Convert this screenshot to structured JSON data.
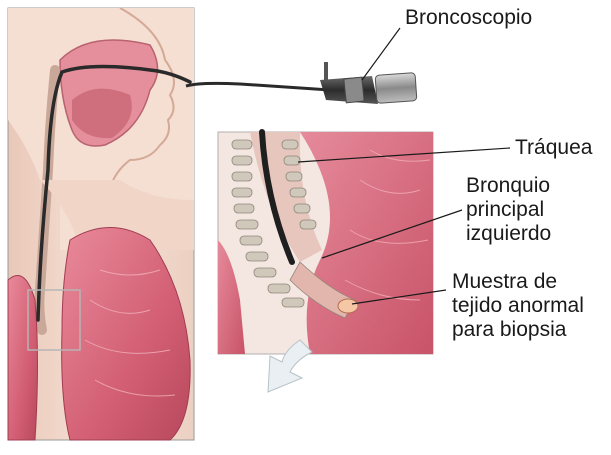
{
  "labels": {
    "bronchoscope": "Broncoscopio",
    "trachea": "Tráquea",
    "left_main_bronchus": [
      "Bronquio",
      "principal",
      "izquierdo"
    ],
    "abnormal_tissue": [
      "Muestra de",
      "tejido anormal",
      "para biopsia"
    ]
  },
  "colors": {
    "skin": "#f3dccf",
    "lung": "#d8687c",
    "lung_dark": "#b9475c",
    "airway_cartilage": "#c9c3b6",
    "scope_cable": "#2a2a2a",
    "arrow_fill": "#e9eff2",
    "text": "#1a1a1a"
  }
}
